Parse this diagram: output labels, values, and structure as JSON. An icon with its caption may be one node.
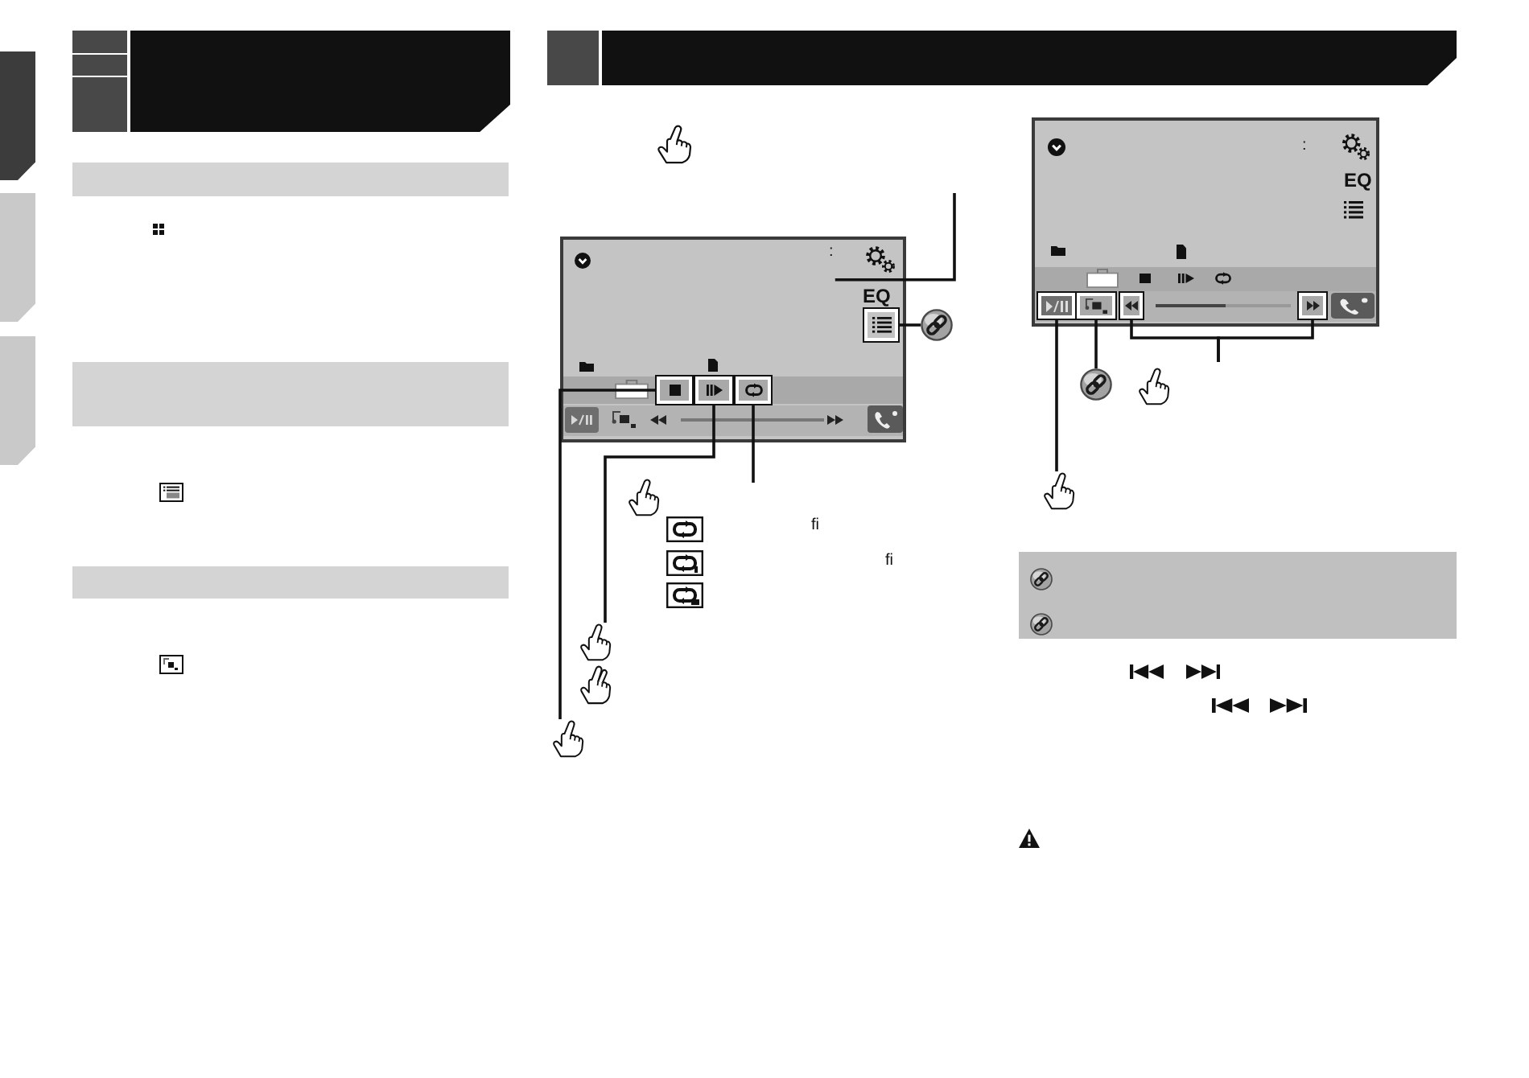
{
  "diagram": {
    "nodes": [
      {
        "text": [],
        "shape": "box"
      },
      {
        "text": [],
        "shape": "box"
      },
      {
        "text": [],
        "shape": "box"
      },
      {
        "text": [],
        "shape": "bar"
      },
      {
        "text": [],
        "shape": "bar"
      },
      {
        "text": [],
        "shape": "bar"
      },
      {
        "text": [
          ":",
          "EQ"
        ]
      },
      {
        "text": [],
        "shape": "box",
        "in": 6
      },
      {
        "text": [],
        "shape": "picture"
      },
      {
        "text": [],
        "shape": "box",
        "in": 6
      },
      {
        "text": [],
        "shape": "picture"
      },
      {
        "text": [],
        "shape": "box",
        "in": 6
      },
      {
        "text": [],
        "shape": "picture"
      },
      {
        "text": [],
        "shape": "box",
        "in": 6
      },
      {
        "text": [
          ":",
          "EQ"
        ]
      },
      {
        "text": [],
        "shape": "box",
        "in": 14
      },
      {
        "text": [],
        "shape": "picture"
      },
      {
        "text": [],
        "shape": "box",
        "in": 14
      },
      {
        "text": [],
        "shape": "picture"
      },
      {
        "text": [],
        "shape": "box",
        "in": 14
      },
      {
        "text": [],
        "shape": "box",
        "in": 14
      }
    ],
    "edges": [
      {
        "from": 6,
        "to": null,
        "arrow": "none"
      },
      {
        "from": 7,
        "to": 8,
        "arrow": "none"
      },
      {
        "from": 9,
        "to": 10,
        "arrow": "none"
      },
      {
        "from": 11,
        "to": 12,
        "arrow": "none"
      },
      {
        "from": 13,
        "to": null,
        "arrow": "none"
      },
      {
        "from": 15,
        "to": 16,
        "arrow": "none"
      },
      {
        "from": 17,
        "to": 18,
        "arrow": "none"
      },
      {
        "from": 19,
        "to": null,
        "arrow": "none"
      },
      {
        "from": 20,
        "to": null,
        "arrow": "none"
      }
    ],
    "labels": [
      "fi",
      "fi"
    ]
  }
}
